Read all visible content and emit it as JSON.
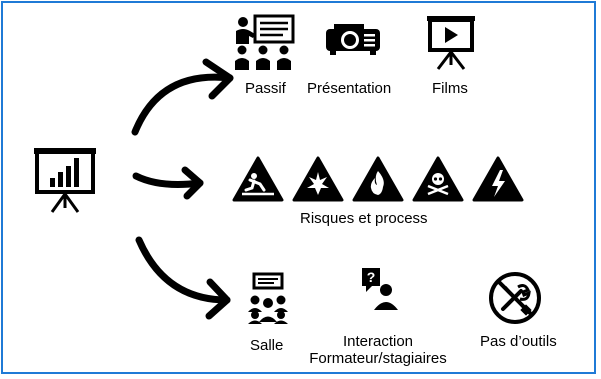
{
  "labels": {
    "passif": "Passif",
    "presentation": "Présentation",
    "films": "Films",
    "risques": "Risques et process",
    "salle": "Salle",
    "interaction_line1": "Interaction",
    "interaction_line2": "Formateur/stagiaires",
    "outils": "Pas d’outils"
  },
  "icons": {
    "root": "presentation-chart-board-icon",
    "passif": "audience-presentation-icon",
    "projector": "projector-icon",
    "films": "video-play-board-icon",
    "hazards": [
      "slip-hazard-icon",
      "explosion-hazard-icon",
      "fire-hazard-icon",
      "toxic-hazard-icon",
      "electric-hazard-icon"
    ],
    "salle": "classroom-group-icon",
    "interaction": "question-speaker-icon",
    "outils": "no-tools-icon"
  },
  "colors": {
    "border": "#1f7ad6",
    "ink": "#000000"
  }
}
